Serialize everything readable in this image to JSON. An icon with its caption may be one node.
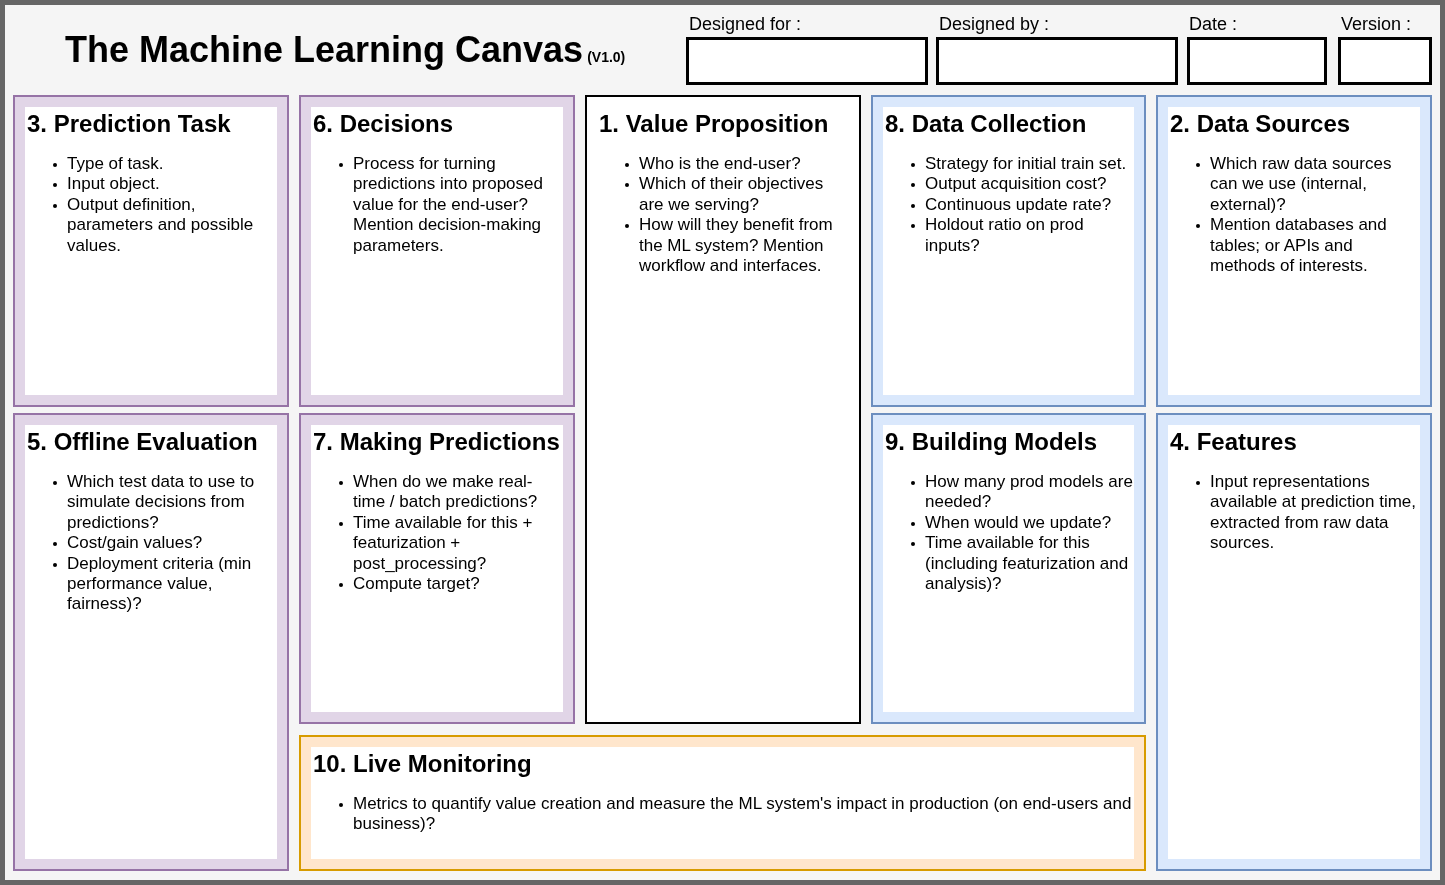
{
  "diagram": {
    "title": "The Machine Learning Canvas",
    "nodes": [
      {
        "text": [
          "Designed for :"
        ]
      },
      {
        "text": [
          "Designed by :"
        ]
      },
      {
        "text": [
          "Date :"
        ]
      },
      {
        "text": [
          "Version :"
        ]
      },
      {
        "text": [
          "3. Prediction Task",
          "Type of task.",
          "Input object.",
          "Output definition, parameters and possible values."
        ]
      },
      {
        "text": [
          "6. Decisions",
          "Process for turning predictions into proposed value for the end-user? Mention decision-making parameters."
        ]
      },
      {
        "text": [
          "1. Value Proposition",
          "Who is the end-user?",
          "Which of their objectives are we serving?",
          "How will they benefit from the ML system? Mention workflow and interfaces."
        ]
      },
      {
        "text": [
          "8. Data Collection",
          "Strategy for initial train set.",
          "Output acquisition cost?",
          "Continuous update rate?",
          "Holdout ratio on prod inputs?"
        ]
      },
      {
        "text": [
          "2. Data Sources",
          "Which raw data sources can we use (internal, external)?",
          "Mention databases and tables; or APIs and methods of interests."
        ]
      },
      {
        "text": [
          "5. Offline Evaluation",
          "Which test data to use to simulate decisions from predictions?",
          "Cost/gain values?",
          "Deployment criteria (min performance value, fairness)?"
        ]
      },
      {
        "text": [
          "7. Making Predictions",
          "When do we make real-time / batch predictions?",
          "Time available for this + featurization + post_processing?",
          "Compute target?"
        ]
      },
      {
        "text": [
          "9. Building Models",
          "How many prod models are needed?",
          "When would we update?",
          "Time available for this (including featurization and analysis)?"
        ]
      },
      {
        "text": [
          "4. Features",
          "Input representations available at prediction time, extracted from raw data sources."
        ]
      },
      {
        "text": [
          "10. Live Monitoring",
          "Metrics to quantify value creation and measure the ML system's impact in production (on end-users and business)?"
        ]
      }
    ],
    "labels": [
      "(V1.0)"
    ]
  }
}
